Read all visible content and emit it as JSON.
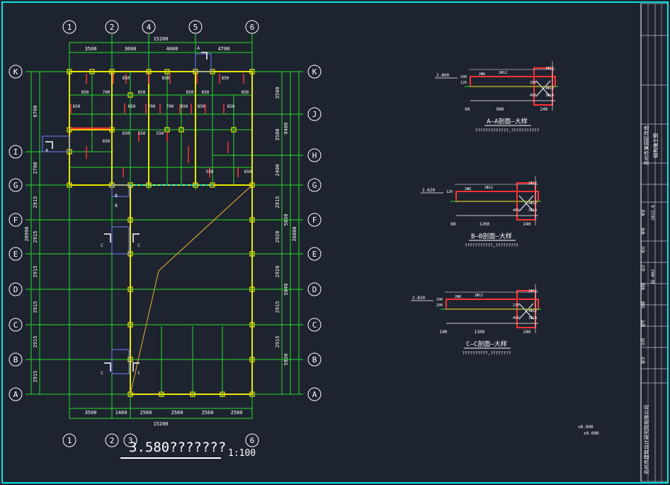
{
  "plan": {
    "title": "3.580???????",
    "scale": "1:100",
    "grid_top": [
      "1",
      "2",
      "4",
      "5",
      "6"
    ],
    "grid_bottom": [
      "1",
      "2",
      "3",
      "6"
    ],
    "grid_left": [
      "K",
      "I",
      "G",
      "F",
      "E",
      "D",
      "C",
      "B",
      "A"
    ],
    "grid_right": [
      "K",
      "J",
      "H",
      "G",
      "F",
      "E",
      "D",
      "C",
      "B",
      "A"
    ],
    "dims_top": [
      "3500",
      "3000",
      "4000",
      "4700"
    ],
    "dim_top_total": "15200",
    "dims_bottom": [
      "3500",
      "1460",
      "2560",
      "2560",
      "2560",
      "2580"
    ],
    "dim_bottom_total": "15200",
    "dims_left": [
      "6700",
      "2700",
      "2915",
      "2915",
      "2915",
      "2915",
      "2915",
      "2915"
    ],
    "dim_left_total": "28990",
    "dims_right": [
      "3500",
      "3500",
      "2400",
      "2915",
      "2920",
      "2920",
      "2915",
      "2915"
    ],
    "dims_right_2": [
      "9400",
      "5830",
      "5840",
      "5830"
    ],
    "dim_right_total": "26800",
    "beam_labels": [
      "850",
      "700",
      "850",
      "850",
      "850",
      "850",
      "650",
      "850",
      "850",
      "850",
      "650",
      "700",
      "700",
      "850",
      "850",
      "850",
      "650",
      "650",
      "550",
      "550",
      "550",
      "650"
    ],
    "section_marks": [
      "A",
      "A",
      "B",
      "B",
      "C",
      "C",
      "C",
      "C"
    ]
  },
  "details": [
    {
      "name": "A-A",
      "title": "A—A剖面—大样",
      "note": "?????????????,???????????",
      "level": "2.800",
      "dims": [
        "900",
        "240",
        "60"
      ],
      "labels": [
        "2Φ8",
        "2Φ12",
        "2Φ12",
        "3Φ14",
        "4Φ12",
        "400",
        "100",
        "120",
        "200"
      ]
    },
    {
      "name": "B-B",
      "title": "B—B剖面—大样",
      "note": "???????????,?????????",
      "level": "2.620",
      "dims": [
        "1200",
        "240",
        "60"
      ],
      "labels": [
        "2Φ8",
        "2Φ12",
        "2Φ12",
        "3Φ14",
        "4Φ12",
        "400",
        "120"
      ]
    },
    {
      "name": "C-C",
      "title": "C—C剖面—大样",
      "note": "??????????,????????",
      "level": "2.830",
      "dims": [
        "1300",
        "240",
        "100"
      ],
      "labels": [
        "2Φ8",
        "2Φ12",
        "2Φ12",
        "3Φ14",
        "4Φ12",
        "400",
        "100",
        "200",
        "130"
      ]
    }
  ],
  "coord_note": [
    "±0.000",
    "±0.000"
  ],
  "title_block": {
    "company": "苏州市建筑设计研究院有限公司",
    "project": "苏州市某园区改造",
    "sheet": "结构施工图",
    "rows": [
      "审定",
      "审核",
      "校对",
      "设计",
      "制图",
      "日期",
      "图号",
      "比例",
      "版次"
    ],
    "drawing_no": "结-002",
    "date": "2012.6"
  },
  "colors": {
    "background": "#1e2330",
    "grid": "#00e000",
    "wall": "#ffff00",
    "beam": "#ff3333",
    "axis_circle": "#ffffff",
    "dim": "#ffffff",
    "diag": "#c99a2e",
    "cyan_frame": "#00ffff"
  }
}
